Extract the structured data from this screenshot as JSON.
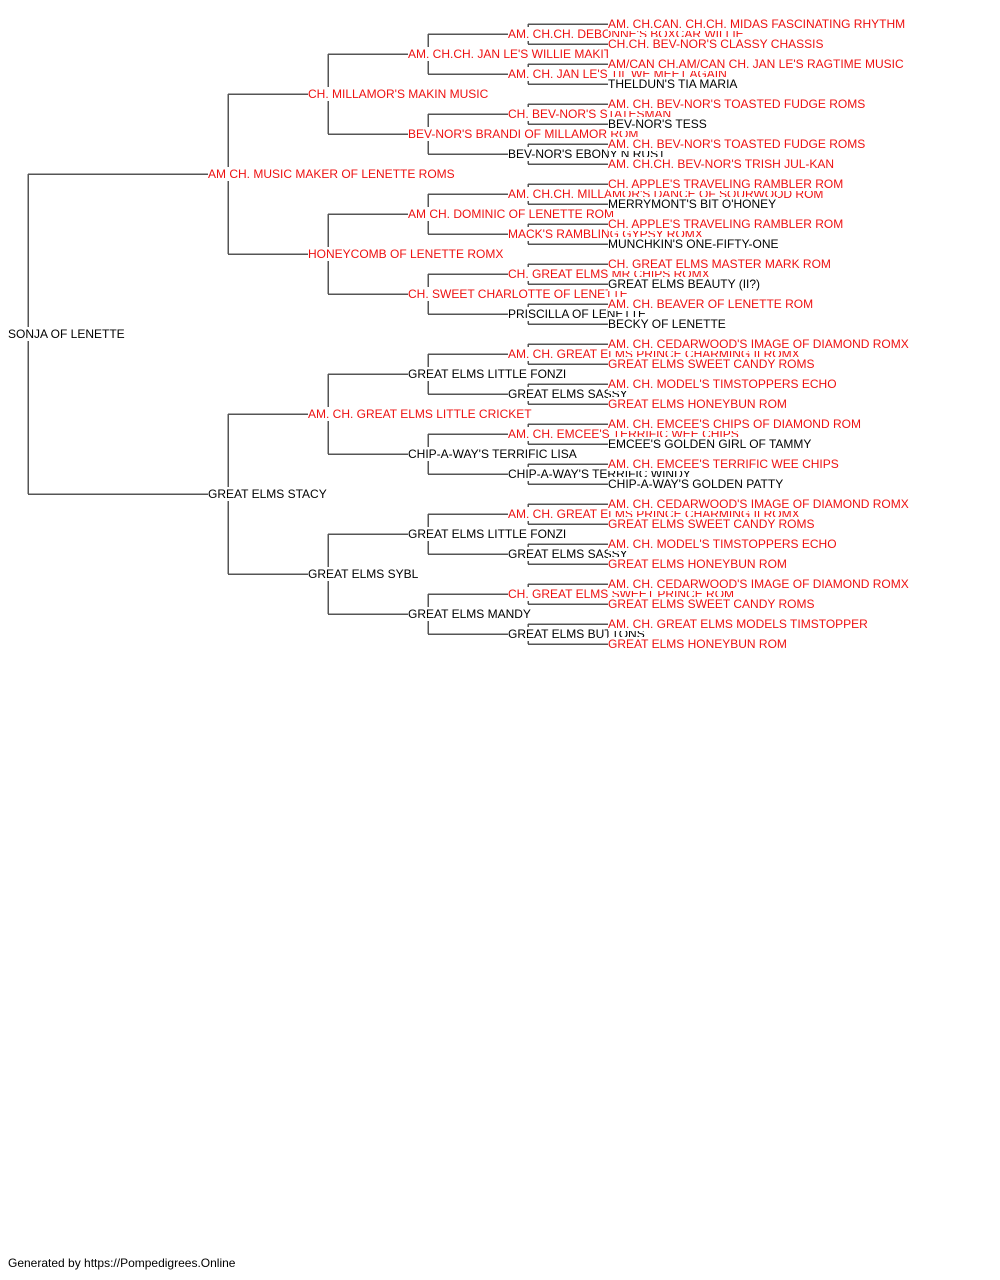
{
  "colors": {
    "titled": "#ee1111",
    "plain": "#000000",
    "connector": "#555555"
  },
  "pedigree": {
    "name": "SONJA OF LENETTE",
    "titled": false,
    "sire": {
      "name": "AM CH. MUSIC MAKER OF LENETTE ROMS",
      "titled": true,
      "sire": {
        "name": "CH. MILLAMOR'S MAKIN MUSIC",
        "titled": true,
        "sire": {
          "name": "AM. CH.CH. JAN LE'S WILLIE MAKIT",
          "titled": true,
          "sire": {
            "name": "AM. CH.CH. DEBONNE'S BOXCAR WILLIE",
            "titled": true,
            "sire": {
              "name": "AM. CH.CAN. CH.CH. MIDAS FASCINATING RHYTHM",
              "titled": true
            },
            "dam": {
              "name": "CH.CH. BEV-NOR'S CLASSY CHASSIS",
              "titled": true
            }
          },
          "dam": {
            "name": "AM. CH. JAN LE'S TIL WE MEET AGAIN",
            "titled": true,
            "sire": {
              "name": "AM/CAN CH.AM/CAN CH. JAN LE'S RAGTIME MUSIC",
              "titled": true
            },
            "dam": {
              "name": "THELDUN'S TIA MARIA",
              "titled": false
            }
          }
        },
        "dam": {
          "name": "BEV-NOR'S BRANDI OF MILLAMOR ROM",
          "titled": true,
          "sire": {
            "name": "CH. BEV-NOR'S STATESMAN",
            "titled": true,
            "sire": {
              "name": "AM. CH. BEV-NOR'S TOASTED FUDGE ROMS",
              "titled": true
            },
            "dam": {
              "name": "BEV-NOR'S TESS",
              "titled": false
            }
          },
          "dam": {
            "name": "BEV-NOR'S EBONY N RUST",
            "titled": false,
            "sire": {
              "name": "AM. CH. BEV-NOR'S TOASTED FUDGE ROMS",
              "titled": true
            },
            "dam": {
              "name": "AM. CH.CH. BEV-NOR'S TRISH JUL-KAN",
              "titled": true
            }
          }
        }
      },
      "dam": {
        "name": "HONEYCOMB OF LENETTE ROMX",
        "titled": true,
        "sire": {
          "name": "AM CH. DOMINIC OF LENETTE ROM",
          "titled": true,
          "sire": {
            "name": "AM. CH.CH. MILLAMOR'S DANCE OF SOURWOOD ROM",
            "titled": true,
            "sire": {
              "name": "CH. APPLE'S TRAVELING RAMBLER ROM",
              "titled": true
            },
            "dam": {
              "name": "MERRYMONT'S BIT O'HONEY",
              "titled": false
            }
          },
          "dam": {
            "name": "MACK'S RAMBLING GYPSY ROMX",
            "titled": true,
            "sire": {
              "name": "CH. APPLE'S TRAVELING RAMBLER ROM",
              "titled": true
            },
            "dam": {
              "name": "MUNCHKIN'S ONE-FIFTY-ONE",
              "titled": false
            }
          }
        },
        "dam": {
          "name": "CH. SWEET CHARLOTTE OF LENETTE",
          "titled": true,
          "sire": {
            "name": "CH. GREAT ELMS MR CHIPS ROMX",
            "titled": true,
            "sire": {
              "name": "CH. GREAT ELMS MASTER MARK ROM",
              "titled": true
            },
            "dam": {
              "name": "GREAT ELMS BEAUTY (II?)",
              "titled": false
            }
          },
          "dam": {
            "name": "PRISCILLA OF LENETTE",
            "titled": false,
            "sire": {
              "name": "AM. CH. BEAVER OF LENETTE ROM",
              "titled": true
            },
            "dam": {
              "name": "BECKY OF LENETTE",
              "titled": false
            }
          }
        }
      }
    },
    "dam": {
      "name": "GREAT ELMS STACY",
      "titled": false,
      "sire": {
        "name": "AM. CH. GREAT ELMS LITTLE CRICKET",
        "titled": true,
        "sire": {
          "name": "GREAT ELMS LITTLE FONZI",
          "titled": false,
          "sire": {
            "name": "AM. CH. GREAT ELMS PRINCE CHARMING II ROMX",
            "titled": true,
            "sire": {
              "name": "AM. CH. CEDARWOOD'S IMAGE OF DIAMOND ROMX",
              "titled": true
            },
            "dam": {
              "name": "GREAT ELMS SWEET CANDY ROMS",
              "titled": true
            }
          },
          "dam": {
            "name": "GREAT ELMS SASSY",
            "titled": false,
            "sire": {
              "name": "AM. CH. MODEL'S TIMSTOPPERS ECHO",
              "titled": true
            },
            "dam": {
              "name": "GREAT ELMS HONEYBUN ROM",
              "titled": true
            }
          }
        },
        "dam": {
          "name": "CHIP-A-WAY'S TERRIFIC LISA",
          "titled": false,
          "sire": {
            "name": "AM. CH. EMCEE'S TERRIFIC WEE CHIPS",
            "titled": true,
            "sire": {
              "name": "AM. CH. EMCEE'S CHIPS OF DIAMOND ROM",
              "titled": true
            },
            "dam": {
              "name": "EMCEE'S GOLDEN GIRL OF TAMMY",
              "titled": false
            }
          },
          "dam": {
            "name": "CHIP-A-WAY'S TERRIFIC WINDY",
            "titled": false,
            "sire": {
              "name": "AM. CH. EMCEE'S TERRIFIC WEE CHIPS",
              "titled": true
            },
            "dam": {
              "name": "CHIP-A-WAY'S GOLDEN PATTY",
              "titled": false
            }
          }
        }
      },
      "dam": {
        "name": "GREAT ELMS SYBL",
        "titled": false,
        "sire": {
          "name": "GREAT ELMS LITTLE FONZI",
          "titled": false,
          "sire": {
            "name": "AM. CH. GREAT ELMS PRINCE CHARMING II ROMX",
            "titled": true,
            "sire": {
              "name": "AM. CH. CEDARWOOD'S IMAGE OF DIAMOND ROMX",
              "titled": true
            },
            "dam": {
              "name": "GREAT ELMS SWEET CANDY ROMS",
              "titled": true
            }
          },
          "dam": {
            "name": "GREAT ELMS SASSY",
            "titled": false,
            "sire": {
              "name": "AM. CH. MODEL'S TIMSTOPPERS ECHO",
              "titled": true
            },
            "dam": {
              "name": "GREAT ELMS HONEYBUN ROM",
              "titled": true
            }
          }
        },
        "dam": {
          "name": "GREAT ELMS MANDY",
          "titled": false,
          "sire": {
            "name": "CH. GREAT ELMS SWEET PRINCE ROM",
            "titled": true,
            "sire": {
              "name": "AM. CH. CEDARWOOD'S IMAGE OF DIAMOND ROMX",
              "titled": true
            },
            "dam": {
              "name": "GREAT ELMS SWEET CANDY ROMS",
              "titled": true
            }
          },
          "dam": {
            "name": "GREAT ELMS BUTTONS",
            "titled": false,
            "sire": {
              "name": "AM. CH. GREAT ELMS MODELS TIMSTOPPER",
              "titled": true
            },
            "dam": {
              "name": "GREAT ELMS HONEYBUN ROM",
              "titled": true
            }
          }
        }
      }
    }
  },
  "footer": "Generated by https://Pompedigrees.Online"
}
